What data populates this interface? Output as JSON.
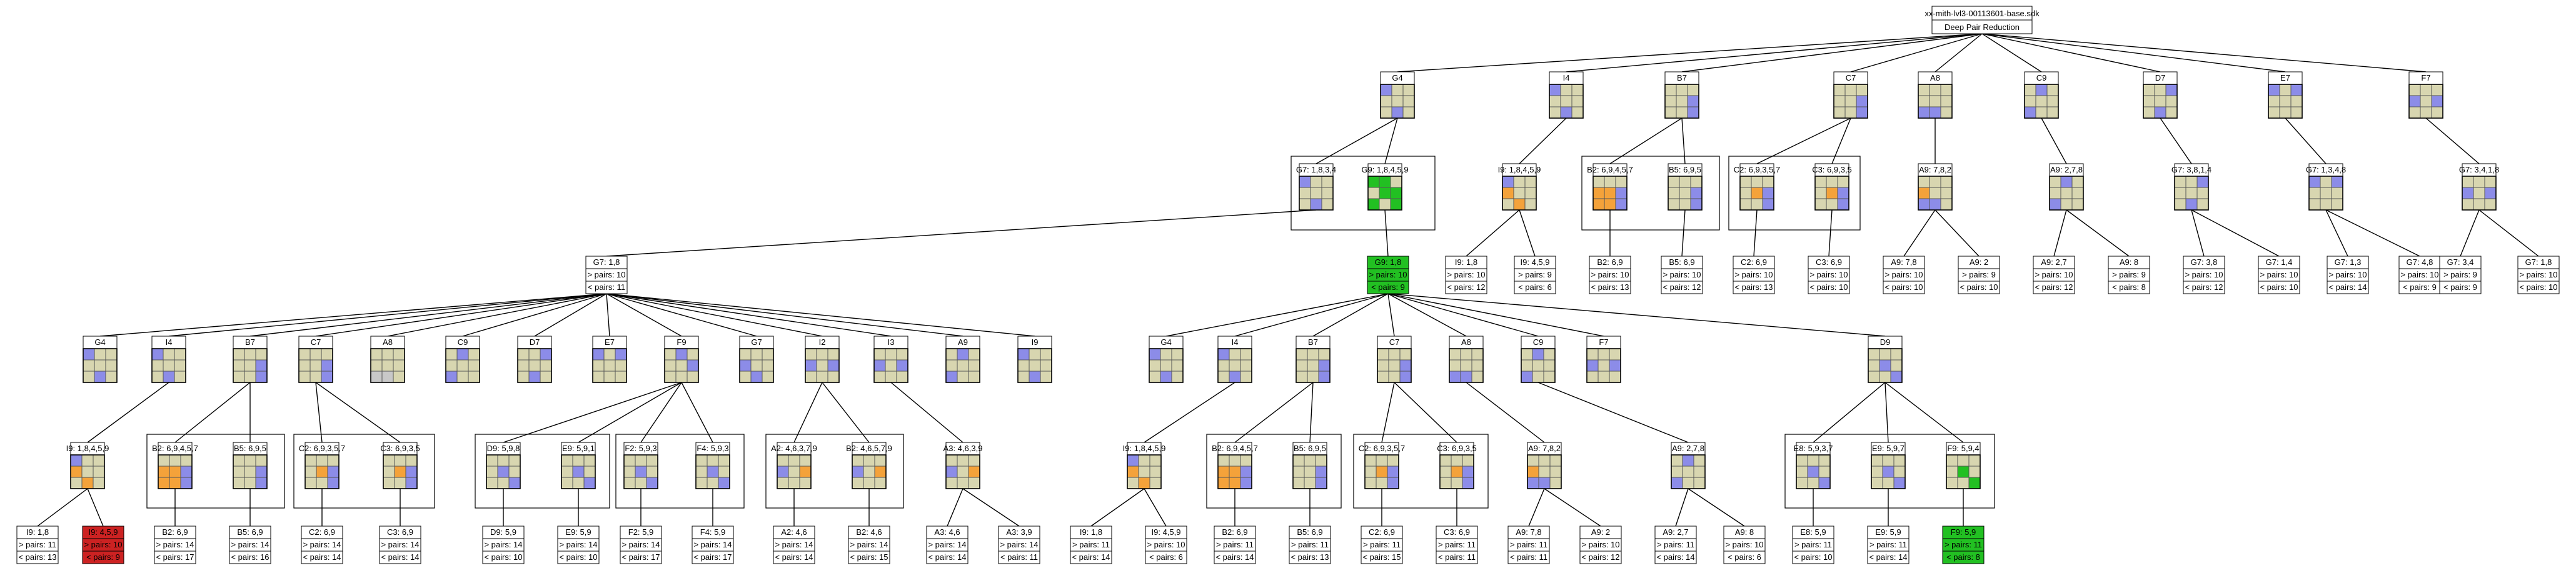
{
  "root": {
    "title": "xx-mith-lvl3-00113601-base.sdk",
    "subtitle": "Deep Pair Reduction"
  },
  "palette": {
    "board": "#d8d6b0",
    "blue": "#8c8ce8",
    "orange": "#f4a23a",
    "green": "#22c022",
    "grey": "#c8c8c8",
    "red": "#cc2222",
    "line": "#000000"
  },
  "top_row": [
    {
      "label": "G4",
      "cells": "b..|...|.b."
    },
    {
      "label": "I4",
      "cells": "b..|...|.b."
    },
    {
      "label": "B7",
      "cells": "...|..b|..b"
    },
    {
      "label": "C7",
      "cells": "...|..b|..b"
    },
    {
      "label": "A8",
      "cells": "...|...|bb."
    },
    {
      "label": "C9",
      "cells": ".b.|...|b.."
    },
    {
      "label": "D7",
      "cells": "..b|...|.b."
    },
    {
      "label": "E7",
      "cells": "b.b|...|..."
    },
    {
      "label": "F7",
      "cells": "...|b.b|..."
    }
  ],
  "level2_boxes": [
    {
      "items": [
        {
          "label": "G7: 1,8,3,4",
          "cells": "b..|...|.b."
        },
        {
          "label": "G9: 1,8,4,5,9",
          "cells": "gg.|.gg|g.g"
        }
      ]
    },
    {
      "items": [
        {
          "label": "I9: 1,8,4,5,9",
          "cells": "b..|o..|.o."
        }
      ]
    },
    {
      "items": [
        {
          "label": "B2: 6,9,4,5,7",
          "cells": "...|oob|oob"
        },
        {
          "label": "B5: 6,9,5",
          "cells": "...|..b|..b"
        }
      ]
    },
    {
      "items": [
        {
          "label": "C2: 6,9,3,5,7",
          "cells": "...|.ob|..b"
        },
        {
          "label": "C3: 6,9,3,5",
          "cells": "...|.ob|..b"
        }
      ]
    }
  ],
  "level2_singles": [
    {
      "label": "A9: 7,8,2",
      "cells": "...|o..|bb."
    },
    {
      "label": "A9: 2,7,8",
      "cells": ".b.|...|b.."
    },
    {
      "label": "G7: 3,8,1,4",
      "cells": "..b|...|.b."
    },
    {
      "label": "G7: 1,3,4,8",
      "cells": "b.b|...|..."
    },
    {
      "label": "G7: 3,4,1,8",
      "cells": "...|b.b|..."
    }
  ],
  "level3_leaves": [
    {
      "label": "I9: 1,8",
      "pairs": "> pairs: 10",
      "less": "< pairs: 12"
    },
    {
      "label": "I9: 4,5,9",
      "pairs": "> pairs: 9",
      "less": "< pairs: 6"
    },
    {
      "label": "B2: 6,9",
      "pairs": "> pairs: 10",
      "less": "< pairs: 13"
    },
    {
      "label": "B5: 6,9",
      "pairs": "> pairs: 10",
      "less": "< pairs: 12"
    },
    {
      "label": "C2: 6,9",
      "pairs": "> pairs: 10",
      "less": "< pairs: 13"
    },
    {
      "label": "C3: 6,9",
      "pairs": "> pairs: 10",
      "less": "< pairs: 10"
    },
    {
      "label": "A9: 7,8",
      "pairs": "> pairs: 10",
      "less": "< pairs: 10"
    },
    {
      "label": "A9: 2",
      "pairs": "> pairs: 9",
      "less": "< pairs: 10"
    },
    {
      "label": "A9: 2,7",
      "pairs": "> pairs: 10",
      "less": "< pairs: 12"
    },
    {
      "label": "A9: 8",
      "pairs": "> pairs: 9",
      "less": "< pairs: 8"
    },
    {
      "label": "G7: 3,8",
      "pairs": "> pairs: 10",
      "less": "< pairs: 12"
    },
    {
      "label": "G7: 1,4",
      "pairs": "> pairs: 10",
      "less": "< pairs: 10"
    },
    {
      "label": "G7: 1,3",
      "pairs": "> pairs: 10",
      "less": "< pairs: 14"
    },
    {
      "label": "G7: 4,8",
      "pairs": "> pairs: 10",
      "less": "< pairs: 9"
    },
    {
      "label": "G7: 3,4",
      "pairs": "> pairs: 9",
      "less": "< pairs: 9"
    },
    {
      "label": "G7: 1,8",
      "pairs": "> pairs: 10",
      "less": "< pairs: 10"
    }
  ],
  "mid_left": {
    "label": "G7: 1,8",
    "pairs": "> pairs: 10",
    "less": "< pairs: 11"
  },
  "mid_right": {
    "label": "G9: 1,8",
    "pairs": "> pairs: 10",
    "less": "< pairs: 9"
  },
  "left_row4": [
    {
      "label": "G4",
      "cells": "b..|...|.b."
    },
    {
      "label": "I4",
      "cells": "b..|...|.b."
    },
    {
      "label": "B7",
      "cells": "...|..b|..b"
    },
    {
      "label": "C7",
      "cells": "...|..b|..b"
    },
    {
      "label": "A8",
      "cells": "...|...|kk."
    },
    {
      "label": "C9",
      "cells": ".b.|...|b.."
    },
    {
      "label": "D7",
      "cells": "..b|...|.b."
    },
    {
      "label": "E7",
      "cells": "b.b|...|..."
    },
    {
      "label": "F9",
      "cells": ".b.|..b|..."
    },
    {
      "label": "G7",
      "cells": "...|b..|.b."
    },
    {
      "label": "I2",
      "cells": "...|b.b|..."
    },
    {
      "label": "I3",
      "cells": "...|b.b|..."
    },
    {
      "label": "A9",
      "cells": ".b.|...|b.."
    },
    {
      "label": "I9",
      "cells": "b..|...|.b."
    }
  ],
  "right_row4": [
    {
      "label": "G4",
      "cells": "b..|...|.b."
    },
    {
      "label": "I4",
      "cells": "b..|...|.b."
    },
    {
      "label": "B7",
      "cells": "...|..b|..b"
    },
    {
      "label": "C7",
      "cells": "...|..b|..b"
    },
    {
      "label": "A8",
      "cells": "...|...|bb."
    },
    {
      "label": "C9",
      "cells": ".b.|...|b.."
    },
    {
      "label": "F7",
      "cells": "...|b.b|..."
    },
    {
      "label": "D9",
      "cells": "...|.b.|..b"
    }
  ],
  "left_row5_boxes": [
    {
      "items": [
        {
          "label": "I9: 1,8,4,5,9",
          "cells": "b..|o..|.o."
        }
      ]
    },
    {
      "items": [
        {
          "label": "B2: 6,9,4,5,7",
          "cells": "...|oob|oob"
        },
        {
          "label": "B5: 6,9,5",
          "cells": "...|..b|..b"
        }
      ]
    },
    {
      "items": [
        {
          "label": "C2: 6,9,3,5,7",
          "cells": "...|.ob|..b"
        },
        {
          "label": "C3: 6,9,3,5",
          "cells": "...|.ob|..b"
        }
      ]
    },
    {
      "items": [
        {
          "label": "D9: 5,9,8",
          "cells": "...|.b.|..b"
        },
        {
          "label": "E9: 5,9,1",
          "cells": "...|.b.|..b"
        }
      ]
    },
    {
      "items": [
        {
          "label": "F2: 5,9,3",
          "cells": "...|.b.|..b"
        },
        {
          "label": "F4: 5,9,3",
          "cells": "...|.b.|..b"
        }
      ]
    },
    {
      "items": [
        {
          "label": "A2: 4,6,3,7,9",
          "cells": "...|b.o|..."
        },
        {
          "label": "B2: 4,6,5,7,9",
          "cells": "...|b.o|..."
        }
      ]
    },
    {
      "items": [
        {
          "label": "A3: 4,6,3,9",
          "cells": "...|b.o|..."
        }
      ]
    }
  ],
  "right_row5_boxes": [
    {
      "items": [
        {
          "label": "I9: 1,8,4,5,9",
          "cells": "b..|o..|.o."
        }
      ]
    },
    {
      "items": [
        {
          "label": "B2: 6,9,4,5,7",
          "cells": "...|oob|oob"
        },
        {
          "label": "B5: 6,9,5",
          "cells": "...|..b|..b"
        }
      ]
    },
    {
      "items": [
        {
          "label": "C2: 6,9,3,5,7",
          "cells": "...|.ob|..b"
        },
        {
          "label": "C3: 6,9,3,5",
          "cells": "...|.ob|..b"
        }
      ]
    },
    {
      "items": [
        {
          "label": "E8: 5,9,3,7",
          "cells": "...|.b.|..b"
        },
        {
          "label": "E9: 5,9,7",
          "cells": "...|.b.|..b"
        },
        {
          "label": "F9: 5,9,4",
          "cells": "...|.g.|..g"
        }
      ]
    }
  ],
  "right_row5_singles": [
    {
      "label": "A9: 7,8,2",
      "cells": "...|o..|bb."
    },
    {
      "label": "A9: 2,7,8",
      "cells": ".b.|...|b.."
    }
  ],
  "left_leaves": [
    {
      "label": "I9: 1,8",
      "pairs": "> pairs: 11",
      "less": "< pairs: 13"
    },
    {
      "label": "I9: 4,5,9",
      "pairs": "> pairs: 10",
      "less": "< pairs: 9",
      "status": "red"
    },
    {
      "label": "B2: 6,9",
      "pairs": "> pairs: 14",
      "less": "< pairs: 17"
    },
    {
      "label": "B5: 6,9",
      "pairs": "> pairs: 14",
      "less": "< pairs: 16"
    },
    {
      "label": "C2: 6,9",
      "pairs": "> pairs: 14",
      "less": "< pairs: 14"
    },
    {
      "label": "C3: 6,9",
      "pairs": "> pairs: 14",
      "less": "< pairs: 14"
    },
    {
      "label": "D9: 5,9",
      "pairs": "> pairs: 14",
      "less": "< pairs: 10"
    },
    {
      "label": "E9: 5,9",
      "pairs": "> pairs: 14",
      "less": "< pairs: 10"
    },
    {
      "label": "F2: 5,9",
      "pairs": "> pairs: 14",
      "less": "< pairs: 17"
    },
    {
      "label": "F4: 5,9",
      "pairs": "> pairs: 14",
      "less": "< pairs: 17"
    },
    {
      "label": "A2: 4,6",
      "pairs": "> pairs: 14",
      "less": "< pairs: 14"
    },
    {
      "label": "B2: 4,6",
      "pairs": "> pairs: 14",
      "less": "< pairs: 15"
    },
    {
      "label": "A3: 4,6",
      "pairs": "> pairs: 14",
      "less": "< pairs: 14"
    },
    {
      "label": "A3: 3,9",
      "pairs": "> pairs: 14",
      "less": "< pairs: 11"
    }
  ],
  "right_leaves": [
    {
      "label": "I9: 1,8",
      "pairs": "> pairs: 11",
      "less": "< pairs: 14"
    },
    {
      "label": "I9: 4,5,9",
      "pairs": "> pairs: 10",
      "less": "< pairs: 6"
    },
    {
      "label": "B2: 6,9",
      "pairs": "> pairs: 11",
      "less": "< pairs: 14"
    },
    {
      "label": "B5: 6,9",
      "pairs": "> pairs: 11",
      "less": "< pairs: 13"
    },
    {
      "label": "C2: 6,9",
      "pairs": "> pairs: 11",
      "less": "< pairs: 15"
    },
    {
      "label": "C3: 6,9",
      "pairs": "> pairs: 11",
      "less": "< pairs: 11"
    },
    {
      "label": "A9: 7,8",
      "pairs": "> pairs: 11",
      "less": "< pairs: 11"
    },
    {
      "label": "A9: 2",
      "pairs": "> pairs: 10",
      "less": "< pairs: 12"
    },
    {
      "label": "A9: 2,7",
      "pairs": "> pairs: 11",
      "less": "< pairs: 14"
    },
    {
      "label": "A9: 8",
      "pairs": "> pairs: 10",
      "less": "< pairs: 6"
    },
    {
      "label": "E8: 5,9",
      "pairs": "> pairs: 11",
      "less": "< pairs: 10"
    },
    {
      "label": "E9: 5,9",
      "pairs": "> pairs: 11",
      "less": "< pairs: 14"
    },
    {
      "label": "F9: 5,9",
      "pairs": "> pairs: 11",
      "less": "< pairs: 8",
      "status": "green"
    }
  ]
}
